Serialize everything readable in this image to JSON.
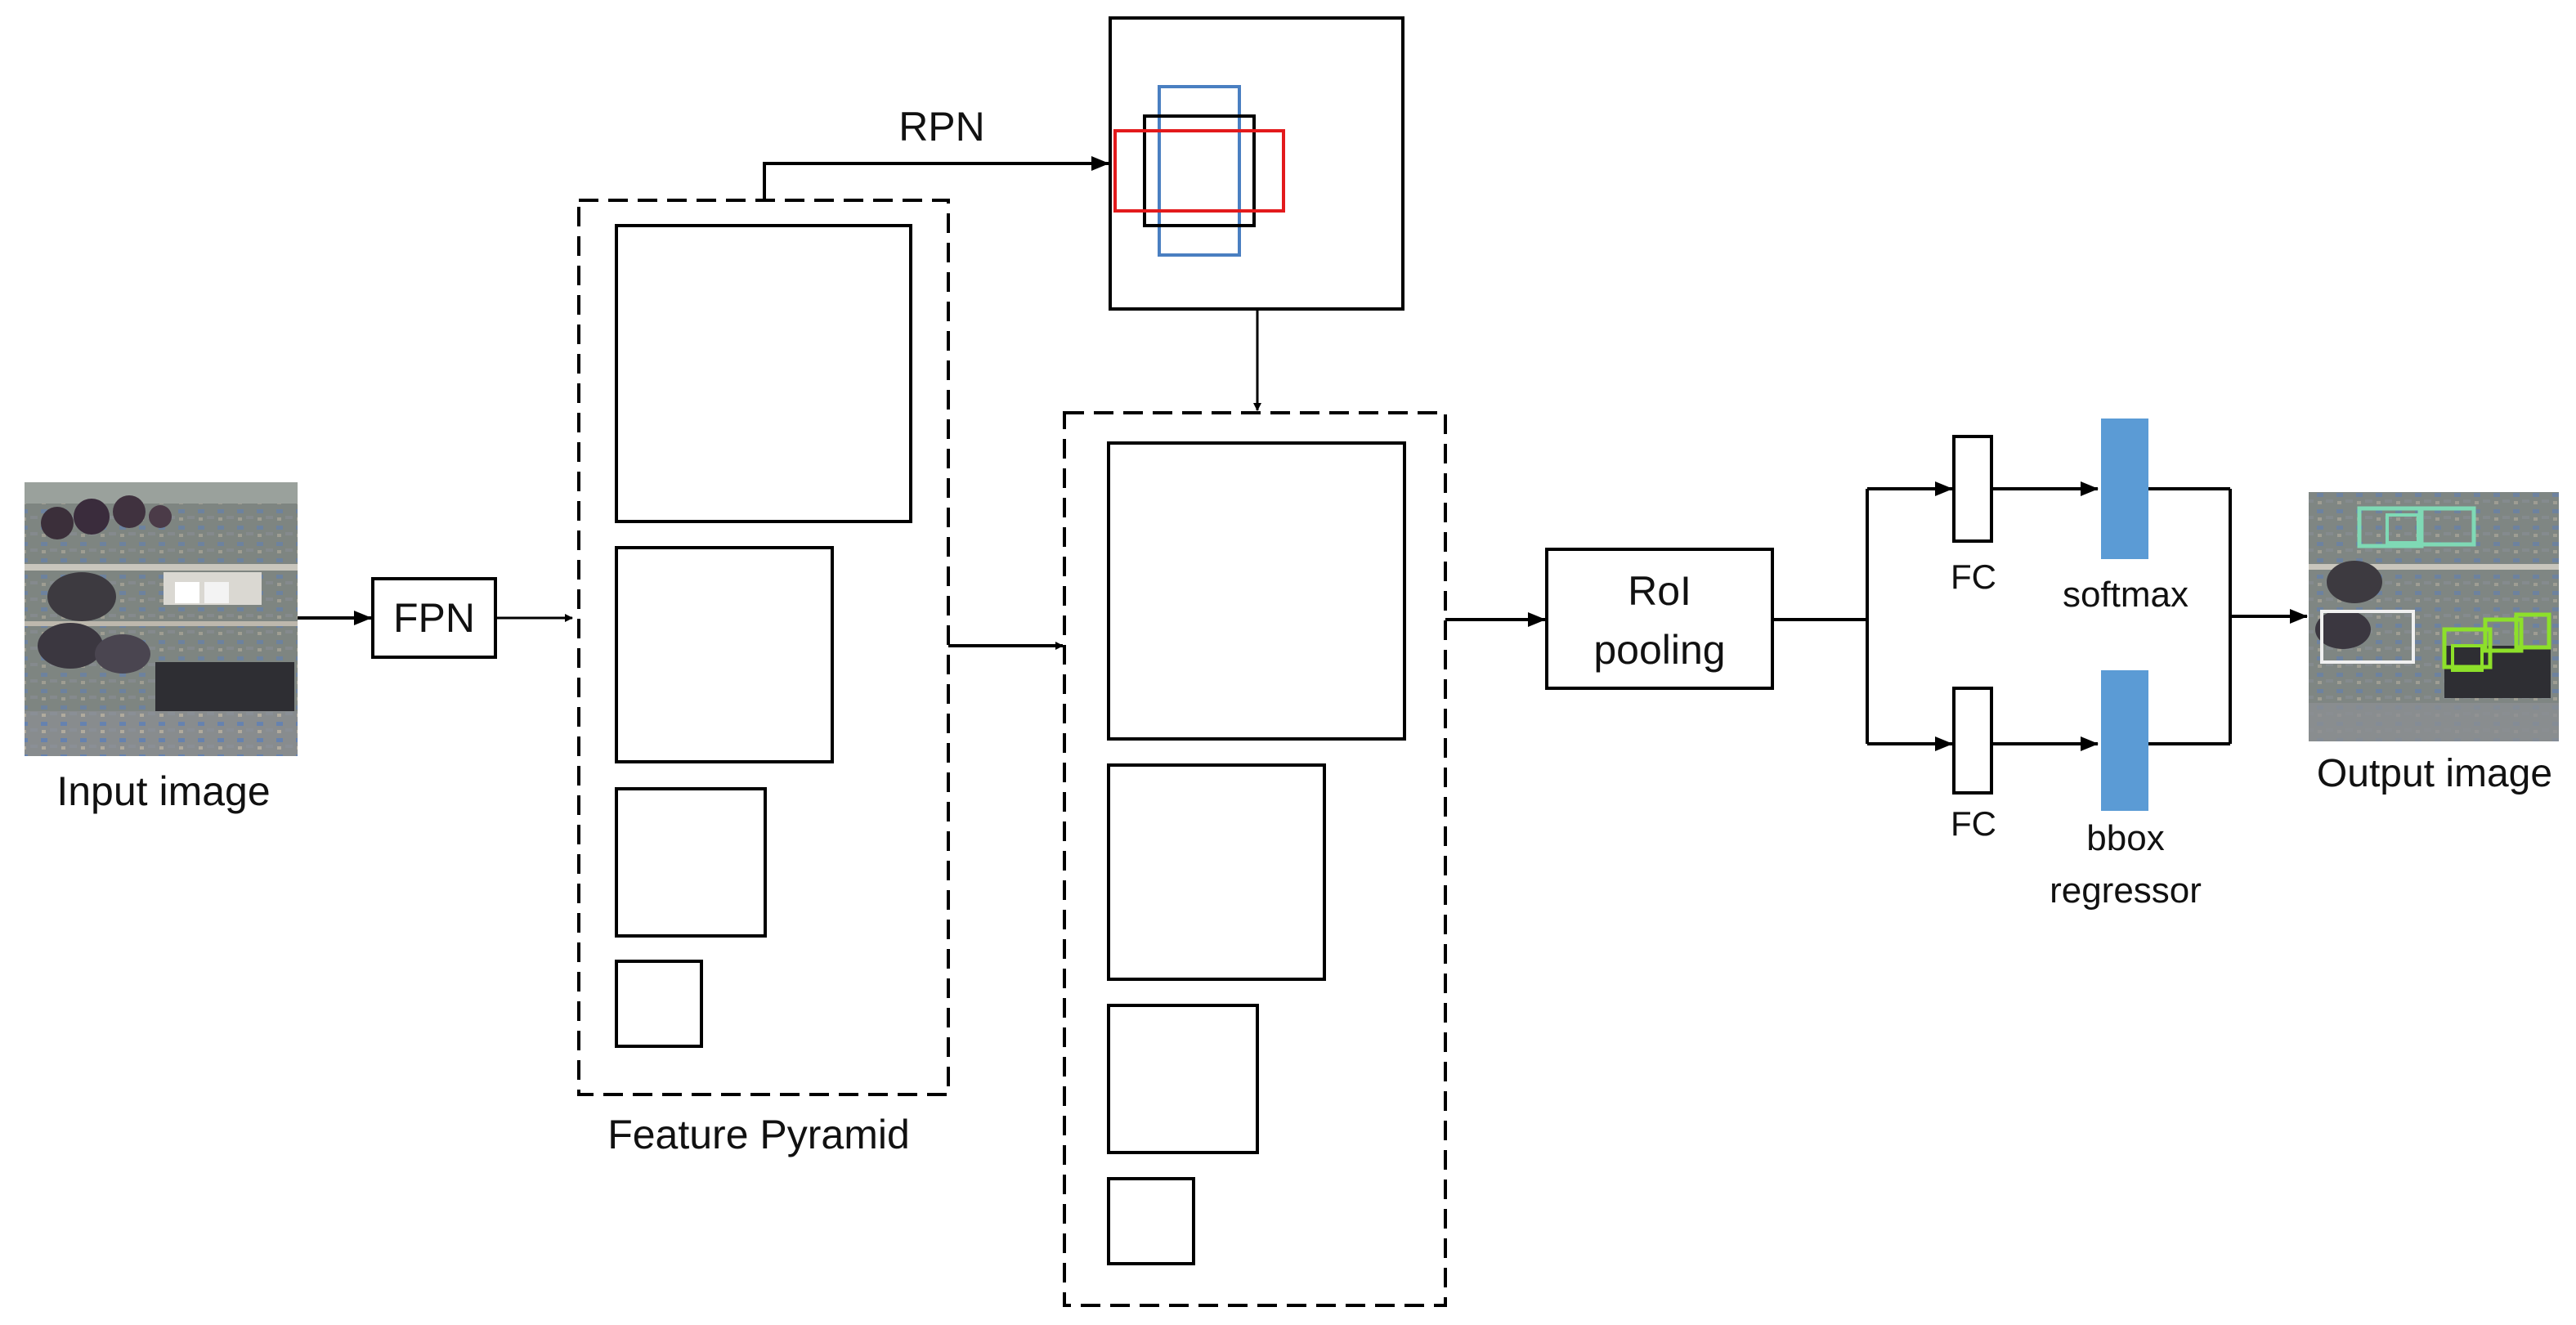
{
  "labels": {
    "input_image": "Input image",
    "fpn": "FPN",
    "rpn": "RPN",
    "feature_pyramid": "Feature Pyramid",
    "roi_pooling_line1": "RoI",
    "roi_pooling_line2": "pooling",
    "fc_top": "FC",
    "fc_bottom": "FC",
    "softmax": "softmax",
    "bbox_line1": "bbox",
    "bbox_line2": "regressor",
    "output_image": "Output image"
  },
  "colors": {
    "stroke": "#000000",
    "anchor_red": "#e31a1c",
    "anchor_blue": "#4a7fc1",
    "anchor_black": "#000000",
    "head_fill": "#5b9bd5",
    "detection_cyan": "#7fd9b5",
    "detection_green": "#8de02a",
    "detection_white": "#f0f0f0"
  },
  "icons": {
    "input_thumbnail": "satellite-image",
    "output_thumbnail": "satellite-image-with-detections"
  }
}
